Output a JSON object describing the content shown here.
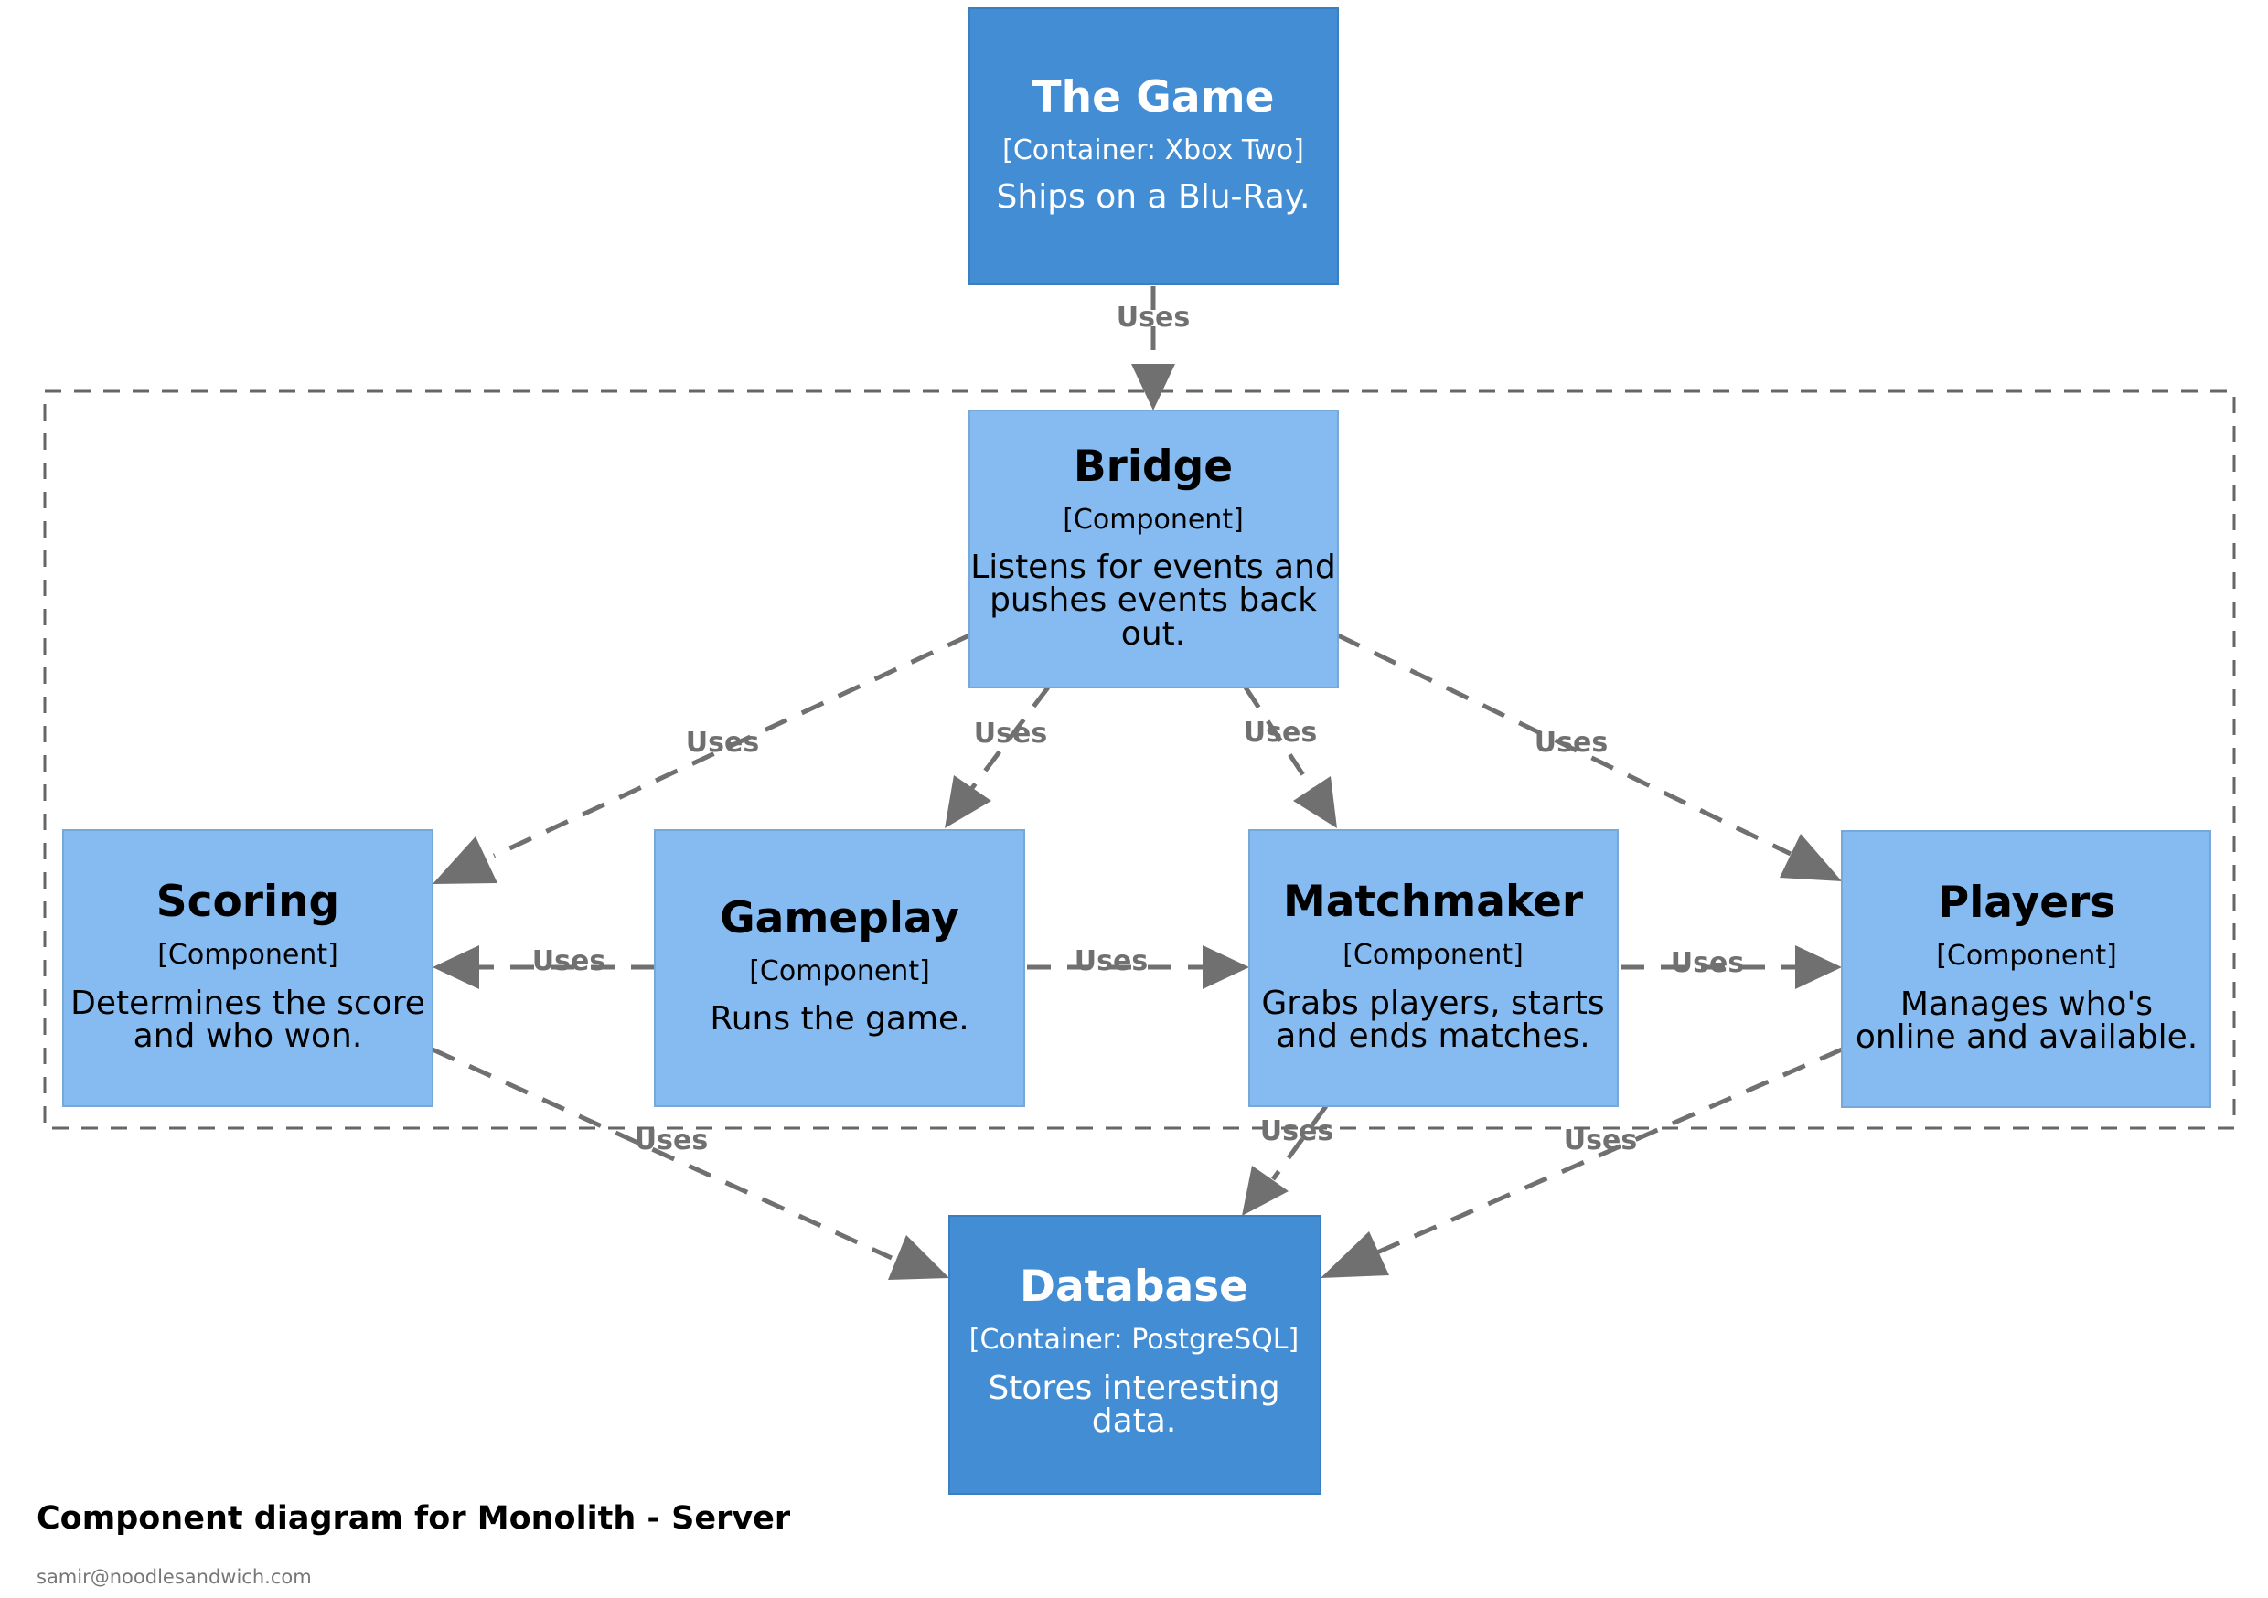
{
  "title": "Component diagram for Monolith - Server",
  "footer": "samir@noodlesandwich.com",
  "colors": {
    "container": "#438dd5",
    "component": "#85bbf0",
    "edge": "#707070",
    "boundary": "#666666"
  },
  "nodes": {
    "game": {
      "title": "The Game",
      "technology": "[Container: Xbox Two]",
      "description": [
        "Ships on a Blu-Ray."
      ]
    },
    "bridge": {
      "title": "Bridge",
      "technology": "[Component]",
      "description": [
        "Listens for events and",
        "pushes events back",
        "out."
      ]
    },
    "scoring": {
      "title": "Scoring",
      "technology": "[Component]",
      "description": [
        "Determines the score",
        "and who won."
      ]
    },
    "gameplay": {
      "title": "Gameplay",
      "technology": "[Component]",
      "description": [
        "Runs the game."
      ]
    },
    "matchmaker": {
      "title": "Matchmaker",
      "technology": "[Component]",
      "description": [
        "Grabs players, starts",
        "and ends matches."
      ]
    },
    "players": {
      "title": "Players",
      "technology": "[Component]",
      "description": [
        "Manages who's",
        "online and available."
      ]
    },
    "database": {
      "title": "Database",
      "technology": "[Container: PostgreSQL]",
      "description": [
        "Stores interesting",
        "data."
      ]
    }
  },
  "edges": [
    {
      "from": "game",
      "to": "bridge",
      "label": "Uses"
    },
    {
      "from": "bridge",
      "to": "scoring",
      "label": "Uses"
    },
    {
      "from": "bridge",
      "to": "gameplay",
      "label": "Uses"
    },
    {
      "from": "bridge",
      "to": "matchmaker",
      "label": "Uses"
    },
    {
      "from": "bridge",
      "to": "players",
      "label": "Uses"
    },
    {
      "from": "gameplay",
      "to": "scoring",
      "label": "Uses"
    },
    {
      "from": "gameplay",
      "to": "matchmaker",
      "label": "Uses"
    },
    {
      "from": "matchmaker",
      "to": "players",
      "label": "Uses"
    },
    {
      "from": "scoring",
      "to": "database",
      "label": "Uses"
    },
    {
      "from": "matchmaker",
      "to": "database",
      "label": "Uses"
    },
    {
      "from": "players",
      "to": "database",
      "label": "Uses"
    }
  ]
}
